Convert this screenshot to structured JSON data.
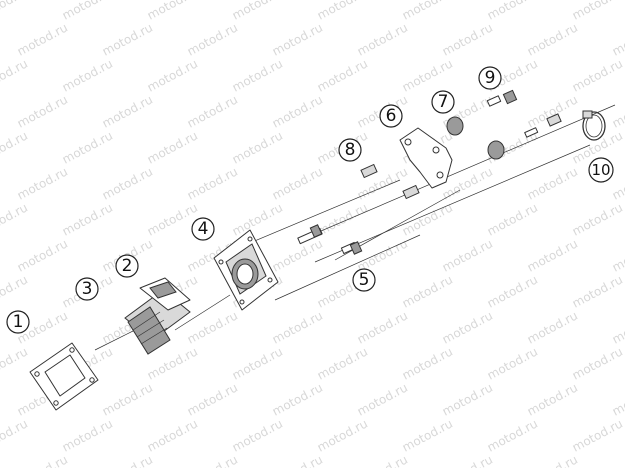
{
  "watermark": {
    "text": "motod.ru",
    "color": "#d8d8d8"
  },
  "callouts": [
    {
      "id": "1",
      "label": "1"
    },
    {
      "id": "2",
      "label": "2"
    },
    {
      "id": "3",
      "label": "3"
    },
    {
      "id": "4",
      "label": "4"
    },
    {
      "id": "5",
      "label": "5"
    },
    {
      "id": "6",
      "label": "6"
    },
    {
      "id": "7",
      "label": "7"
    },
    {
      "id": "8",
      "label": "8"
    },
    {
      "id": "9",
      "label": "9"
    },
    {
      "id": "10",
      "label": "10"
    }
  ]
}
